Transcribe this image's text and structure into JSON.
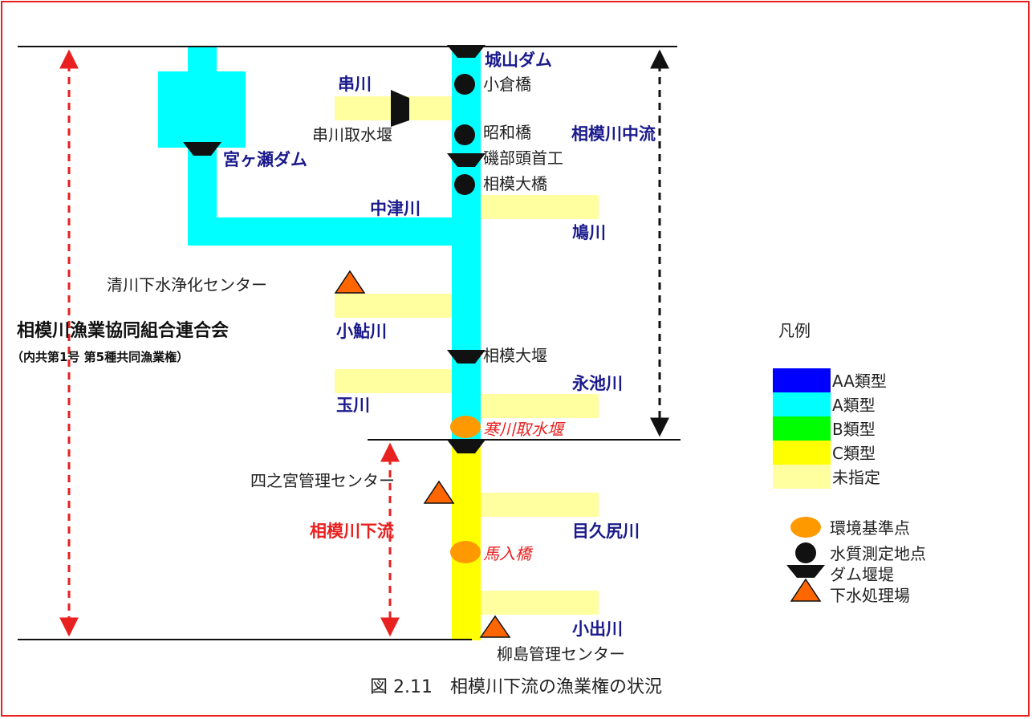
{
  "caption": "図 2.11　相模川下流の漁業権の状況",
  "colors": {
    "aa_type": "#0000ff",
    "a_type": "#00ffff",
    "b_type": "#00ff00",
    "c_type": "#ffff00",
    "unassigned": "#ffffa0",
    "env_point": "#ff9900",
    "sewage_plant": "#ff6600",
    "red_accent": "#e8201f",
    "label_blue": "#1a1a8c"
  },
  "labels": {
    "shiroyama_dam": "城山ダム",
    "ogura_bridge": "小倉橋",
    "kushikawa": "串川",
    "kushikawa_weir": "串川取水堰",
    "showa_bridge": "昭和橋",
    "sagamigawa_middle": "相模川中流",
    "isobe_weir": "磯部頭首工",
    "miyagase_dam": "宮ヶ瀬ダム",
    "sagami_ohashi": "相模大橋",
    "nakatsugawa": "中津川",
    "hatogawa": "鳩川",
    "kiyokawa_center": "清川下水浄化センター",
    "koayugawa": "小鮎川",
    "fishery_union": "相模川漁業協同組合連合会",
    "fishery_right": "（内共第1号 第5種共同漁業権）",
    "sagami_weir": "相模大堰",
    "nagaikegawa": "永池川",
    "tamagawa": "玉川",
    "samukawa_weir": "寒川取水堰",
    "shinomiya_center": "四之宮管理センター",
    "sagamigawa_lower": "相模川下流",
    "mekujirigawa": "目久尻川",
    "umairi_bridge": "馬入橋",
    "koidegawa": "小出川",
    "yanagishima_center": "柳島管理センター"
  },
  "legend": {
    "title": "凡例",
    "classes": [
      {
        "label": "AA類型",
        "color_key": "aa_type"
      },
      {
        "label": "A類型",
        "color_key": "a_type"
      },
      {
        "label": "B類型",
        "color_key": "b_type"
      },
      {
        "label": "C類型",
        "color_key": "c_type"
      },
      {
        "label": "未指定",
        "color_key": "unassigned"
      }
    ],
    "symbols": [
      {
        "label": "環境基準点",
        "icon": "orange-ellipse-icon"
      },
      {
        "label": "水質測定地点",
        "icon": "black-circle-icon"
      },
      {
        "label": "ダム堰堤",
        "icon": "dam-trapezoid-icon"
      },
      {
        "label": "下水処理場",
        "icon": "orange-triangle-icon"
      }
    ]
  }
}
